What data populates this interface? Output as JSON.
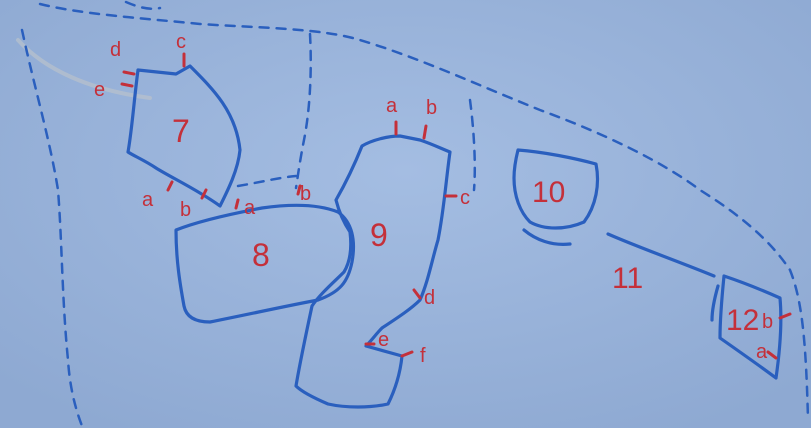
{
  "paper": {
    "color": "#9ab4da"
  },
  "ink": {
    "blue": "#2a5fbe",
    "red": "#c4303a"
  },
  "shapes": [
    {
      "id": "7",
      "label": "7",
      "sublabels": [
        "a",
        "b",
        "c",
        "d",
        "e"
      ]
    },
    {
      "id": "8",
      "label": "8",
      "sublabels": [
        "a",
        "b"
      ]
    },
    {
      "id": "9",
      "label": "9",
      "sublabels": [
        "a",
        "b",
        "c",
        "d",
        "e",
        "f"
      ]
    },
    {
      "id": "10",
      "label": "10",
      "sublabels": []
    },
    {
      "id": "11",
      "label": "11",
      "sublabels": []
    },
    {
      "id": "12",
      "label": "12",
      "sublabels": [
        "a",
        "b"
      ]
    }
  ]
}
